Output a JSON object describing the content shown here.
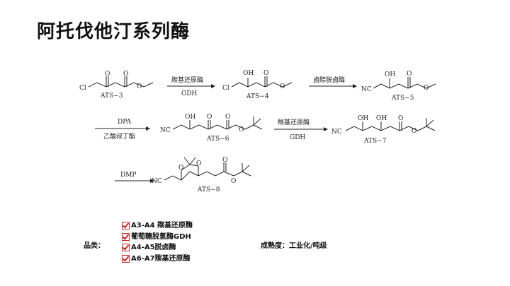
{
  "page_title": "阿托伐他汀系列酶",
  "scheme": {
    "atoms": {
      "cl": "Cl",
      "o": "O",
      "oh": "OH",
      "nc": "NC"
    },
    "compounds": [
      "ATS−3",
      "ATS−4",
      "ATS−5",
      "ATS−6",
      "ATS−7",
      "ATS−8"
    ],
    "reactions": [
      {
        "above": "羰基还原酶",
        "below": "GDH"
      },
      {
        "above": "卤醇脱卤酶",
        "below": ""
      },
      {
        "above": "DPA",
        "below": "乙酸叔丁酯"
      },
      {
        "above": "羰基还原酶",
        "below": "GDH"
      },
      {
        "above": "DMP",
        "below": ""
      }
    ]
  },
  "categories": {
    "label": "品类：",
    "items": [
      "A3-A4 羰基还原酶",
      "葡萄糖脱氢酶GDH",
      "A4-A5脱卤酶",
      "A6-A7羰基还原酶"
    ]
  },
  "maturity": {
    "label": "成熟度：",
    "value": "工业化/吨级"
  },
  "colors": {
    "checkbox": "#c62828",
    "text": "#111111"
  }
}
